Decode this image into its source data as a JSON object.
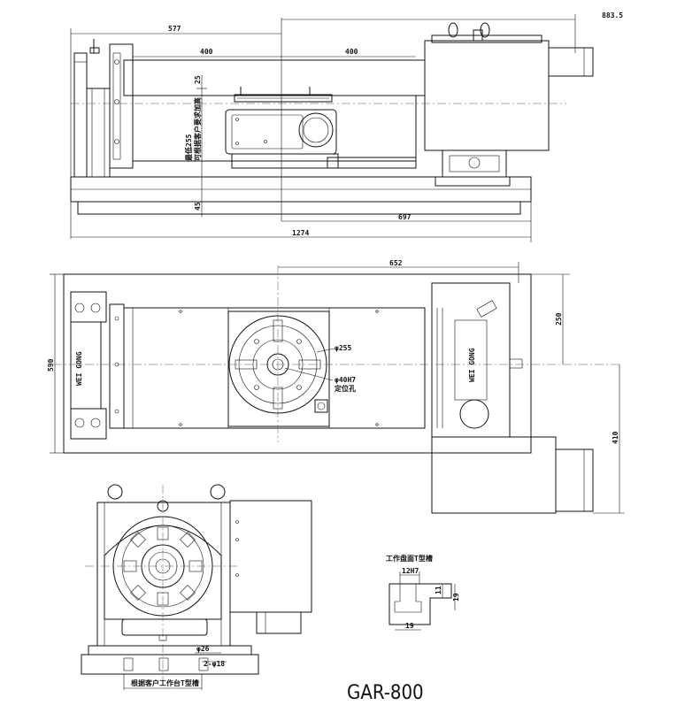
{
  "title": "GAR-800",
  "brand": "WEI GONG",
  "dimensions": {
    "d577": "577",
    "d883_5": "883.5",
    "d400_left": "400",
    "d400_right": "400",
    "d25": "25",
    "d45": "45",
    "d697": "697",
    "d1274": "1274",
    "d652": "652",
    "d590": "590",
    "d250": "250",
    "d410": "410",
    "d255": "φ255",
    "d40H7": "φ40H7",
    "d26": "φ26",
    "d18": "2-φ18",
    "d12H7": "12H7",
    "d11": "11",
    "d19v": "19",
    "d19h": "19"
  },
  "notes": {
    "height_note_1": "最低255",
    "height_note_2": "可根据客户要求加高",
    "positioning_hole": "定位孔",
    "t_slot_title": "工作盘面T型槽",
    "customer_t_slot": "根据客户工作台T型槽"
  }
}
